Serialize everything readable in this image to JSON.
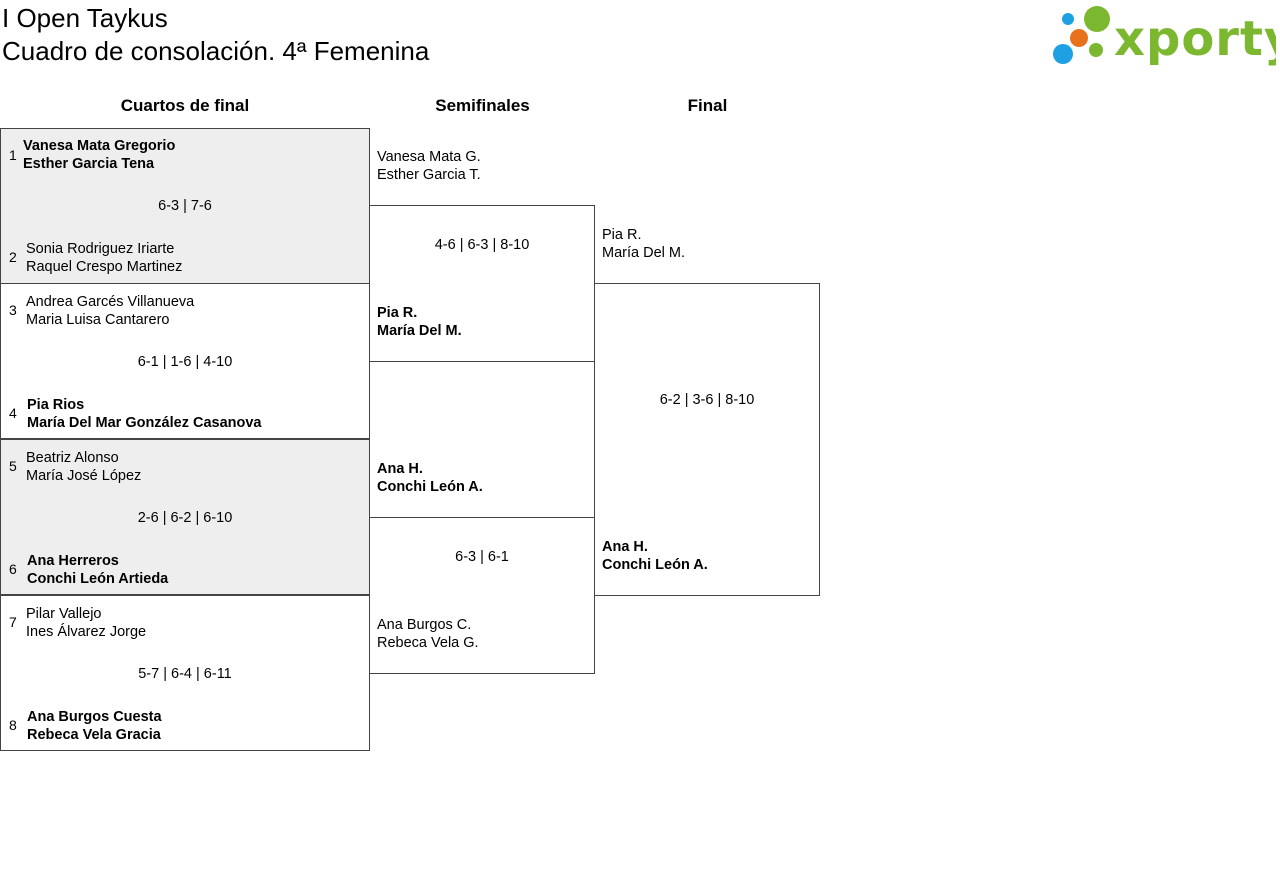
{
  "header": {
    "title_line1": "I Open Taykus",
    "title_line2": "Cuadro de consolación. 4ª Femenina",
    "brand": "xporty",
    "brand_colors": {
      "green": "#7cb82f",
      "blue": "#1da1e2",
      "orange": "#e8721c"
    }
  },
  "rounds": {
    "quarter": "Cuartos de final",
    "semi": "Semifinales",
    "final": "Final"
  },
  "quarterfinals": [
    {
      "top": {
        "seed": "1",
        "players": [
          "Vanesa Mata Gregorio",
          "Esther Garcia Tena"
        ],
        "winner": true
      },
      "score": "6-3 | 7-6",
      "bottom": {
        "seed": "2",
        "players": [
          "Sonia Rodriguez Iriarte",
          "Raquel Crespo Martinez"
        ],
        "winner": false
      }
    },
    {
      "top": {
        "seed": "3",
        "players": [
          "Andrea Garcés Villanueva",
          "Maria Luisa Cantarero"
        ],
        "winner": false
      },
      "score": "6-1 | 1-6 | 4-10",
      "bottom": {
        "seed": "4",
        "players": [
          "Pia Rios",
          "María Del Mar González Casanova"
        ],
        "winner": true
      }
    },
    {
      "top": {
        "seed": "5",
        "players": [
          "Beatriz Alonso",
          "María José López"
        ],
        "winner": false
      },
      "score": "2-6 | 6-2 | 6-10",
      "bottom": {
        "seed": "6",
        "players": [
          "Ana Herreros",
          "Conchi León Artieda"
        ],
        "winner": true
      }
    },
    {
      "top": {
        "seed": "7",
        "players": [
          "Pilar Vallejo",
          "Ines Álvarez Jorge"
        ],
        "winner": false
      },
      "score": "5-7 | 6-4 | 6-11",
      "bottom": {
        "seed": "8",
        "players": [
          "Ana Burgos Cuesta",
          "Rebeca Vela Gracia"
        ],
        "winner": true
      }
    }
  ],
  "semifinals": [
    {
      "top": {
        "players": [
          "Vanesa Mata G.",
          "Esther Garcia T."
        ],
        "winner": false
      },
      "score": "4-6 | 6-3 | 8-10",
      "bottom": {
        "players": [
          "Pia R.",
          "María Del M."
        ],
        "winner": true
      }
    },
    {
      "top": {
        "players": [
          "Ana H.",
          "Conchi León A."
        ],
        "winner": true
      },
      "score": "6-3 | 6-1",
      "bottom": {
        "players": [
          "Ana Burgos C.",
          "Rebeca Vela G."
        ],
        "winner": false
      }
    }
  ],
  "final": {
    "top": {
      "players": [
        "Pia R.",
        "María Del M."
      ],
      "winner": false
    },
    "score": "6-2 | 3-6 | 8-10",
    "bottom": {
      "players": [
        "Ana H.",
        "Conchi León A."
      ],
      "winner": true
    }
  }
}
